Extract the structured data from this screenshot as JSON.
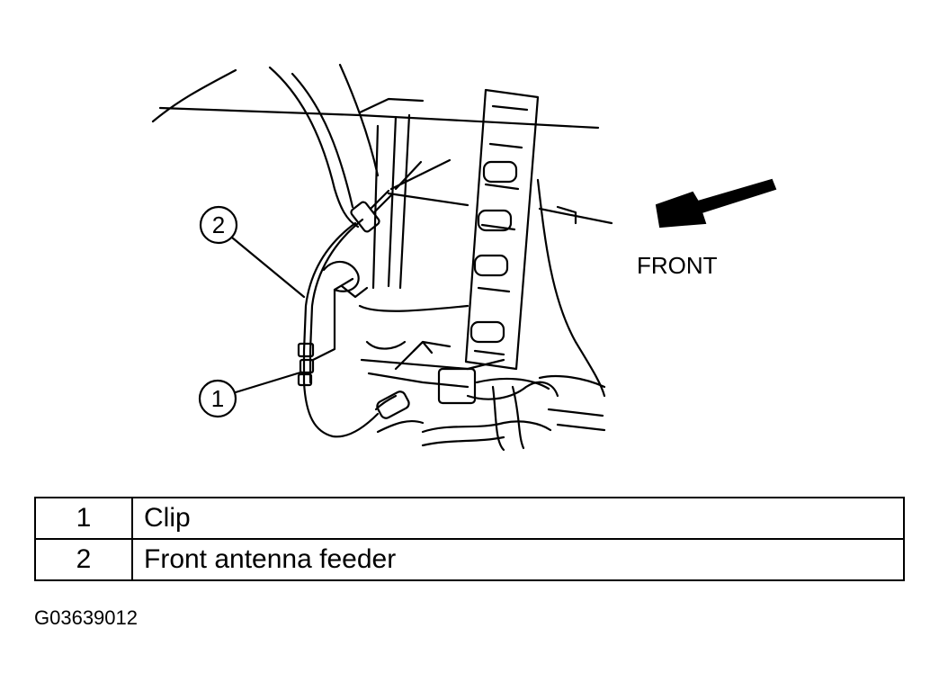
{
  "diagram": {
    "direction_label": "FRONT",
    "callouts": [
      {
        "number": "1"
      },
      {
        "number": "2"
      }
    ]
  },
  "legend": [
    {
      "number": "1",
      "description": "Clip"
    },
    {
      "number": "2",
      "description": "Front antenna feeder"
    }
  ],
  "figure_id": "G03639012",
  "colors": {
    "line": "#000000",
    "background": "#ffffff"
  },
  "icons": [
    "front-direction-arrow-icon"
  ]
}
